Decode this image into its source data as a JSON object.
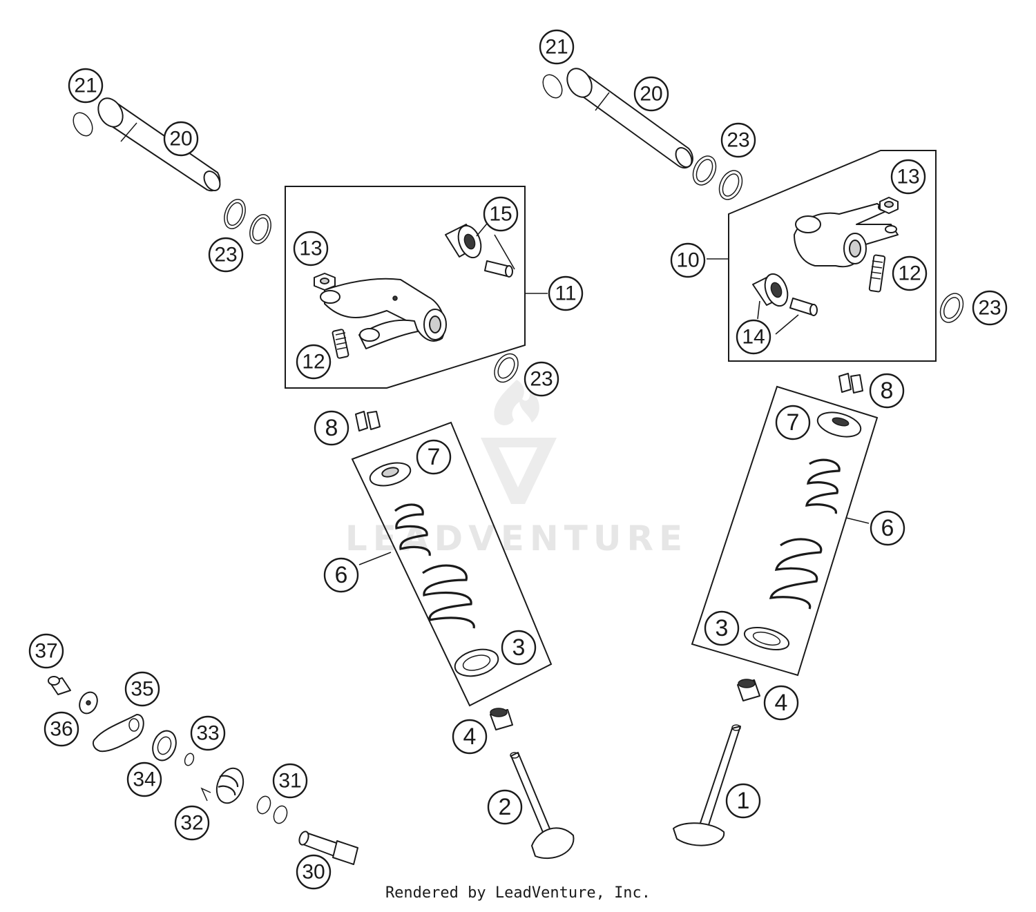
{
  "watermark": {
    "brand": "LEADVENTURE"
  },
  "footer": {
    "credit": "Rendered by LeadVenture, Inc."
  },
  "callouts": [
    {
      "id": "c21a",
      "label": "21"
    },
    {
      "id": "c20a",
      "label": "20"
    },
    {
      "id": "c23a",
      "label": "23"
    },
    {
      "id": "c13a",
      "label": "13"
    },
    {
      "id": "c15a",
      "label": "15"
    },
    {
      "id": "c11a",
      "label": "11"
    },
    {
      "id": "c12a",
      "label": "12"
    },
    {
      "id": "c23b",
      "label": "23"
    },
    {
      "id": "c8a",
      "label": "8"
    },
    {
      "id": "c7a",
      "label": "7"
    },
    {
      "id": "c6a",
      "label": "6"
    },
    {
      "id": "c3a",
      "label": "3"
    },
    {
      "id": "c4a",
      "label": "4"
    },
    {
      "id": "c2a",
      "label": "2"
    },
    {
      "id": "c21b",
      "label": "21"
    },
    {
      "id": "c20b",
      "label": "20"
    },
    {
      "id": "c23c",
      "label": "23"
    },
    {
      "id": "c13b",
      "label": "13"
    },
    {
      "id": "c10a",
      "label": "10"
    },
    {
      "id": "c12b",
      "label": "12"
    },
    {
      "id": "c23d",
      "label": "23"
    },
    {
      "id": "c14a",
      "label": "14"
    },
    {
      "id": "c8b",
      "label": "8"
    },
    {
      "id": "c7b",
      "label": "7"
    },
    {
      "id": "c6b",
      "label": "6"
    },
    {
      "id": "c3b",
      "label": "3"
    },
    {
      "id": "c4b",
      "label": "4"
    },
    {
      "id": "c1a",
      "label": "1"
    },
    {
      "id": "c37a",
      "label": "37"
    },
    {
      "id": "c35a",
      "label": "35"
    },
    {
      "id": "c36a",
      "label": "36"
    },
    {
      "id": "c33a",
      "label": "33"
    },
    {
      "id": "c34a",
      "label": "34"
    },
    {
      "id": "c31a",
      "label": "31"
    },
    {
      "id": "c32a",
      "label": "32"
    },
    {
      "id": "c30a",
      "label": "30"
    }
  ]
}
